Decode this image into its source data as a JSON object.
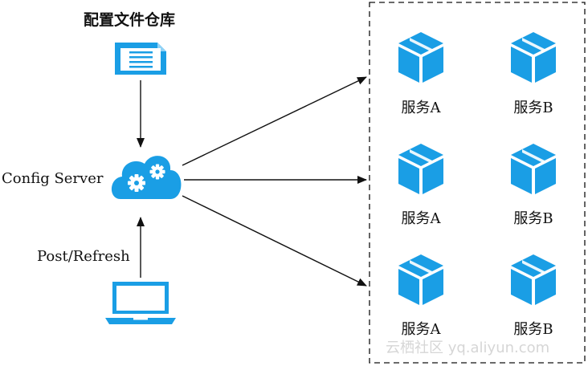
{
  "repo": {
    "title": "配置文件仓库",
    "icon": "document-icon"
  },
  "server": {
    "label": "Config Server",
    "icon": "cloud-gears-icon"
  },
  "client": {
    "action_label": "Post/Refresh",
    "icon": "laptop-icon"
  },
  "services": [
    {
      "name": "服务A",
      "icon": "cube-icon"
    },
    {
      "name": "服务B",
      "icon": "cube-icon"
    },
    {
      "name": "服务A",
      "icon": "cube-icon"
    },
    {
      "name": "服务B",
      "icon": "cube-icon"
    },
    {
      "name": "服务A",
      "icon": "cube-icon"
    },
    {
      "name": "服务B",
      "icon": "cube-icon"
    }
  ],
  "watermark": "云栖社区 yq.aliyun.com",
  "colors": {
    "icon": "#1a9ee5",
    "line": "#111111"
  }
}
